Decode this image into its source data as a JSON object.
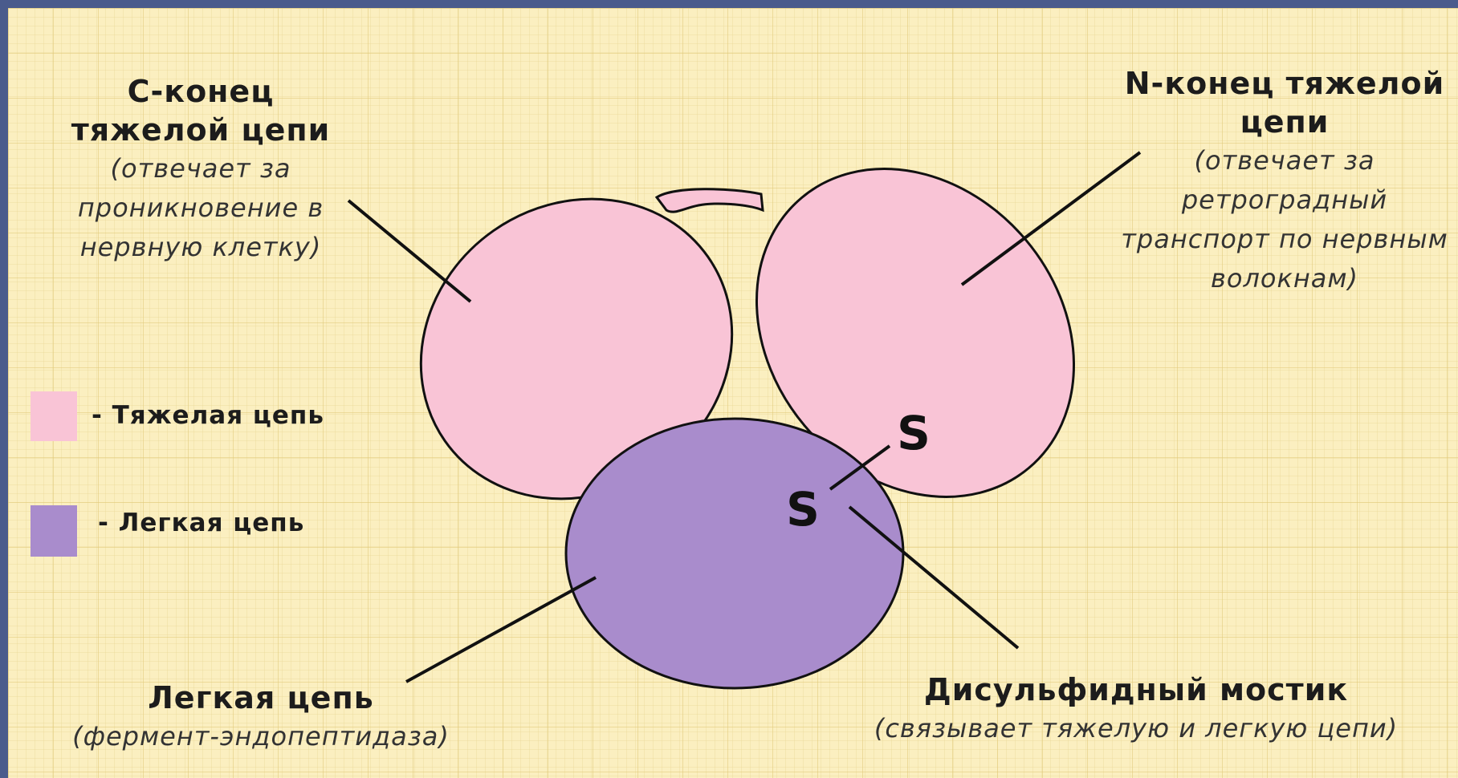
{
  "labels": {
    "c_end": {
      "title": "С-конец тяжелой цепи",
      "note": "(отвечает за проникновение в нервную клетку)"
    },
    "n_end": {
      "title": "N-конец тяжелой цепи",
      "note": "(отвечает за ретроградный транспорт по нервным волокнам)"
    },
    "light_chain": {
      "title": "Легкая цепь",
      "note": "(фермент-эндопептидаза)"
    },
    "disulfide": {
      "title": "Дисульфидный мостик",
      "note": "(связывает тяжелую и легкую цепи)"
    },
    "sulfur_top": "S",
    "sulfur_bottom": "S"
  },
  "legend": [
    {
      "color": "#f9c4d6",
      "text": "- Тяжелая цепь"
    },
    {
      "color": "#a98ccc",
      "text": "- Легкая цепь"
    }
  ],
  "colors": {
    "heavy_chain": "#f9c4d6",
    "light_chain": "#a98ccc",
    "background": "#fbefc0",
    "frame": "#4a5b8c"
  }
}
